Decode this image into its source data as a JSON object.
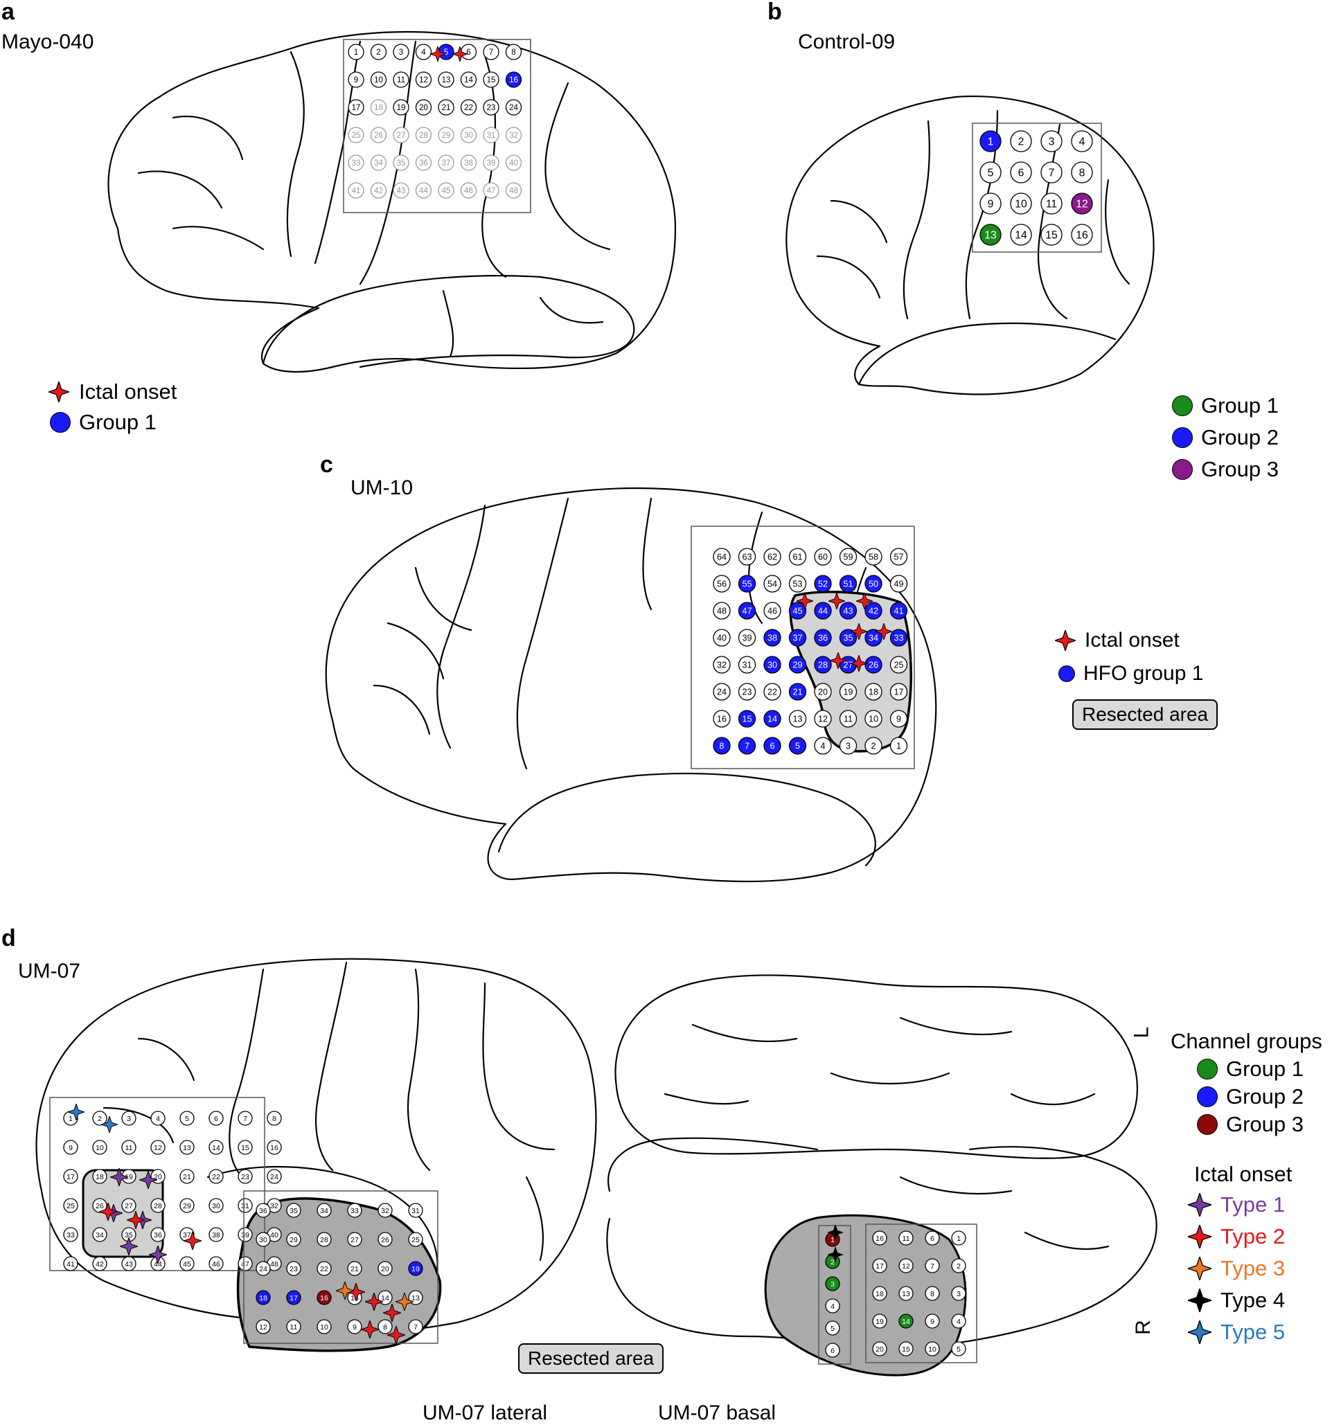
{
  "panels": {
    "a": {
      "letter": "a",
      "subject": "Mayo-040",
      "legend": [
        {
          "label": "Ictal onset",
          "marker": "star",
          "color": "#e41a1c"
        },
        {
          "label": "Group 1",
          "marker": "dot",
          "color": "#1a1aff"
        }
      ],
      "electrodes": {
        "rows": 6,
        "cols": 8,
        "group1": [
          5,
          16
        ],
        "greyed": [
          18,
          25,
          26,
          27,
          28,
          29,
          30,
          31,
          32,
          33,
          34,
          35,
          36,
          37,
          38,
          39,
          40,
          41,
          42,
          43,
          44,
          45,
          46,
          47,
          48
        ]
      }
    },
    "b": {
      "letter": "b",
      "subject": "Control-09",
      "legend": [
        {
          "label": "Group 1",
          "marker": "dot",
          "color": "#1a8a1a"
        },
        {
          "label": "Group 2",
          "marker": "dot",
          "color": "#1a1aff"
        },
        {
          "label": "Group 3",
          "marker": "dot",
          "color": "#8a1a8a"
        }
      ],
      "electrodes": {
        "rows": 4,
        "cols": 4,
        "group1": [
          13
        ],
        "group2": [
          1
        ],
        "group3": [
          12
        ]
      }
    },
    "c": {
      "letter": "c",
      "subject": "UM-10",
      "legend": [
        {
          "label": "Ictal onset",
          "marker": "star",
          "color": "#e41a1c"
        },
        {
          "label": "HFO group 1",
          "marker": "dot",
          "color": "#1a1aff"
        }
      ],
      "resected_label": "Resected area",
      "electrodes": {
        "rows": 8,
        "cols": 8,
        "group1": [
          5,
          6,
          7,
          8,
          14,
          15,
          21,
          26,
          27,
          28,
          29,
          30,
          33,
          34,
          35,
          36,
          37,
          38,
          41,
          42,
          43,
          44,
          45,
          47,
          50,
          51,
          52,
          55
        ]
      }
    },
    "d": {
      "letter": "d",
      "subject": "UM-07",
      "resected_label": "Resected area",
      "caption_lateral": "UM-07 lateral",
      "caption_basal": "UM-07 basal",
      "side_L": "L",
      "side_R": "R",
      "channel_groups_title": "Channel groups",
      "channel_groups": [
        {
          "label": "Group 1",
          "color": "#1a8a1a"
        },
        {
          "label": "Group 2",
          "color": "#1a1aff"
        },
        {
          "label": "Group 3",
          "color": "#8a0a0a"
        }
      ],
      "ictal_title": "Ictal onset",
      "ictal_types": [
        {
          "label": "Type 1",
          "color": "#7a3aa0"
        },
        {
          "label": "Type 2",
          "color": "#e41a1c"
        },
        {
          "label": "Type 3",
          "color": "#ee7722"
        },
        {
          "label": "Type 4",
          "color": "#000000"
        },
        {
          "label": "Type 5",
          "color": "#2a7ac0"
        }
      ]
    }
  }
}
